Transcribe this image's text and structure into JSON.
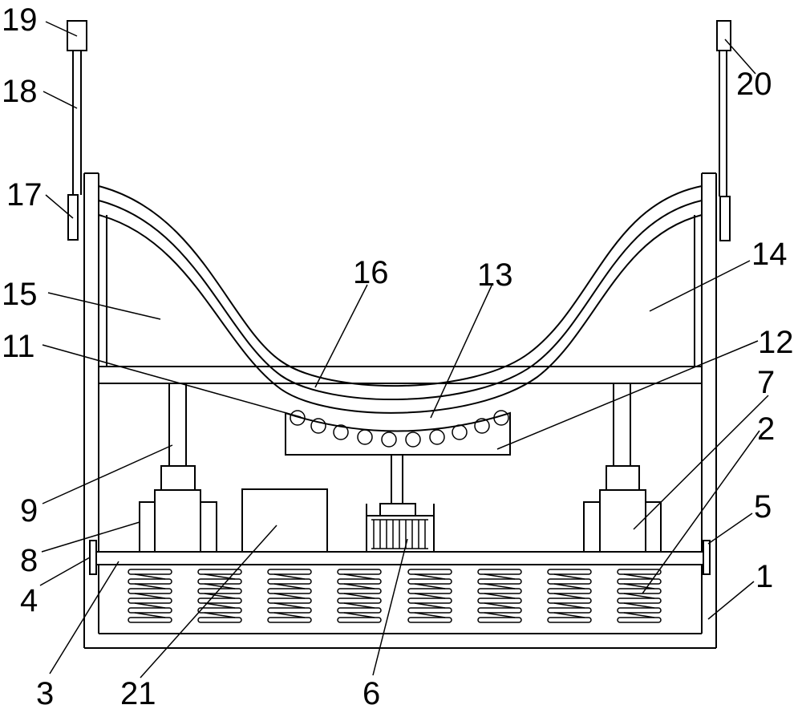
{
  "labels": {
    "n1": "1",
    "n2": "2",
    "n3": "3",
    "n4": "4",
    "n5": "5",
    "n6": "6",
    "n7": "7",
    "n8": "8",
    "n9": "9",
    "n11": "11",
    "n12": "12",
    "n13": "13",
    "n14": "14",
    "n15": "15",
    "n16": "16",
    "n17": "17",
    "n18": "18",
    "n19": "19",
    "n20": "20",
    "n21": "21"
  }
}
